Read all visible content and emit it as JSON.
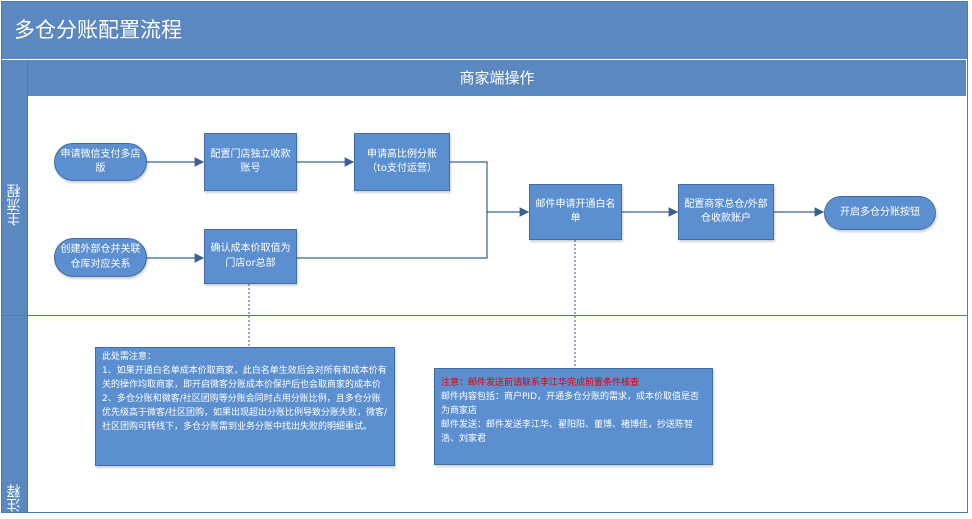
{
  "header": {
    "title": "多仓分账配置流程"
  },
  "lane": {
    "title": "商家端操作"
  },
  "rows": {
    "main": "主流程",
    "notes": "注释"
  },
  "nodes": {
    "apply_wechat": "申请微信支付多店版",
    "config_store": "配置门店独立收款账号",
    "apply_high_ratio": "申请高比例分账（to支付运营）",
    "create_external_wh": "创建外部仓并关联仓库对应关系",
    "confirm_cost": "确认成本价取值为门店or总部",
    "email_whitelist": "邮件申请开通白名单",
    "config_merchant": "配置商家总仓/外部仓收款账户",
    "enable_button": "开启多仓分账按钮"
  },
  "notes": {
    "left": [
      "此处需注意：",
      "1、如果开通白名单成本价取商家，此白名单生效后会对所有和成本价有关的操作均取商家，即开启微客分账成本价保护后也会取商家的成本价",
      "2、多仓分账和微客/社区团购等分账会同时占用分账比例，且多仓分账优先级高于微客/社区团购，如果出现超出分账比例导致分账失败，微客/社区团购可转线下，多仓分账需到业务分账中找出失败的明细重试。"
    ],
    "right_warning": "注意：邮件发送前请联系李江华完成前置条件核查",
    "right_lines": [
      "邮件内容包括：商户PID，开通多仓分账的需求，成本价取值是否为商家店",
      "邮件发送：邮件发送李江华、翟阳阳、董博、褚博佳，抄送陈智浩、刘家君"
    ]
  },
  "colors": {
    "header_bg": "#5b88c0",
    "node_bg": "#5b8fd0",
    "line": "#4a7bb5",
    "warning": "#e00000"
  }
}
